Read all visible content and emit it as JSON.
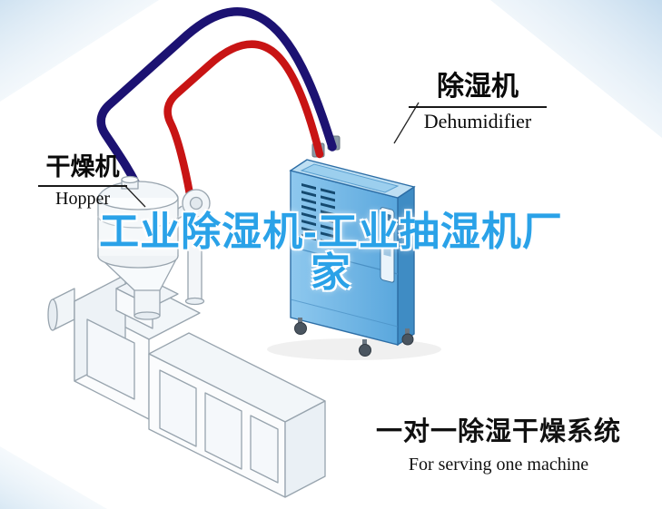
{
  "callouts": {
    "hopper": {
      "cn": "干燥机",
      "en": "Hopper"
    },
    "dehumidifier": {
      "cn": "除湿机",
      "en": "Dehumidifier"
    }
  },
  "watermark": {
    "line1": "工业除湿机-工业抽湿机厂",
    "line2": "家"
  },
  "caption": {
    "cn": "一对一除湿干燥系统",
    "en": "For serving one machine"
  },
  "colors": {
    "pipe_red": "#c81414",
    "pipe_navy": "#1c1272",
    "dehu_front": "#74b9e9",
    "dehu_side": "#3f8cc4",
    "dehu_top": "#bedff3",
    "dehu_outline": "#2d6ea6",
    "vent_dark": "#14496f",
    "machine_line": "#98a4ae",
    "watermark_blue": "#2aa2e8",
    "corner_blue": "#cfe2f1"
  }
}
